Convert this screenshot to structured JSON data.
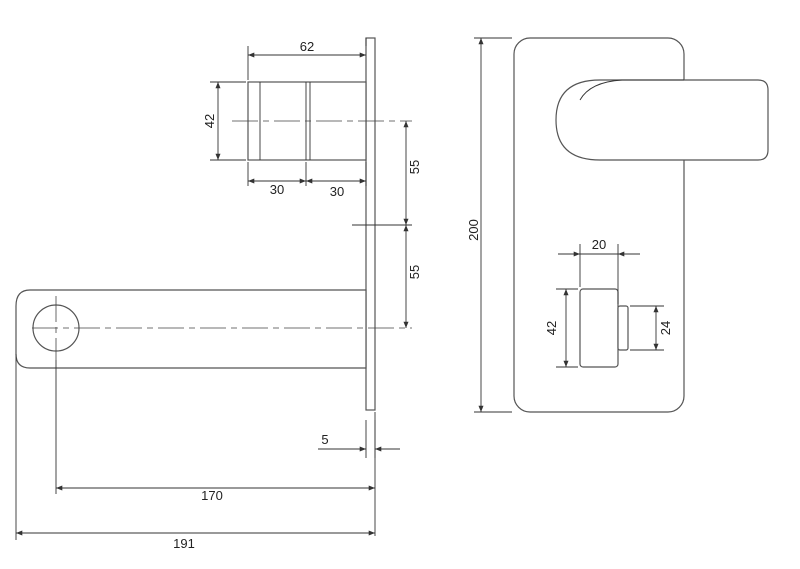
{
  "dimensions": {
    "cartridge_width": "62",
    "cartridge_height": "42",
    "cartridge_seg_left": "30",
    "cartridge_seg_right": "30",
    "upper_spacing": "55",
    "lower_spacing": "55",
    "plate_thickness": "5",
    "spout_reach": "170",
    "overall_reach": "191",
    "plate_height": "200",
    "handle_width": "20",
    "handle_height": "42",
    "handle_knob": "24"
  },
  "colors": {
    "line": "#555555",
    "text": "#222222"
  }
}
